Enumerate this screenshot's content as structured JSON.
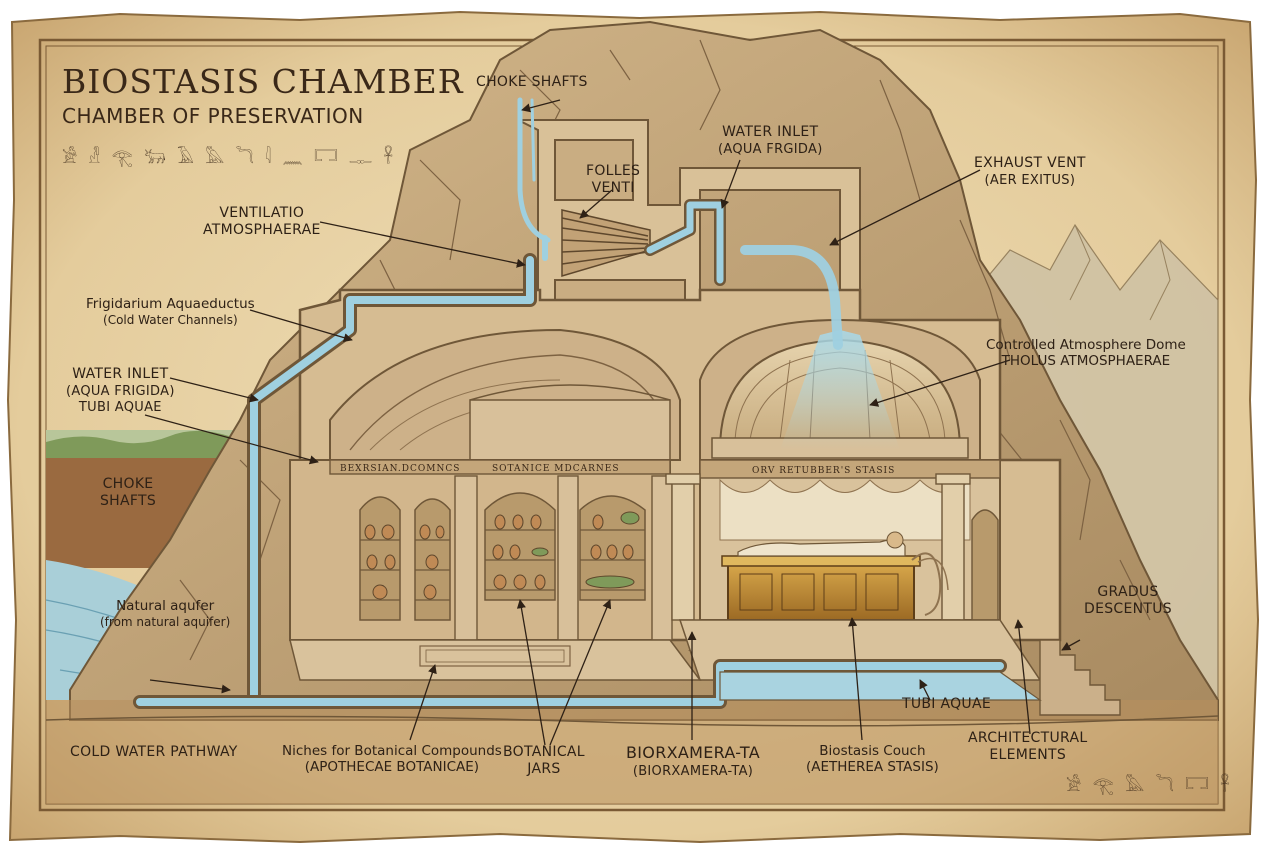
{
  "header": {
    "title": "BIOSTASIS CHAMBER",
    "subtitle": "CHAMBER OF PRESERVATION",
    "glyph_row": "𓀀 𓁐 𓂀 𓃒 𓄿 𓅓 𓆓 𓇋 𓈖 𓉐 𓊃 𓋹"
  },
  "labels": {
    "choke_shafts_top": "CHOKE SHAFTS",
    "folles_venti": [
      "FOLLES",
      "VENTI"
    ],
    "water_inlet_top": [
      "WATER INLET",
      "(AQUA FRGIDA)"
    ],
    "exhaust_vent": [
      "EXHAUST VENT",
      "(AER EXITUS)"
    ],
    "ventilatio": [
      "VENTILATIO",
      "ATMOSPHAERAE"
    ],
    "frigidarium": [
      "Frigidarium Aquaeductus",
      "(Cold Water Channels)"
    ],
    "water_inlet_left": [
      "WATER INLET",
      "(AQUA FRIGIDA)",
      "TUBI AQUAE"
    ],
    "choke_shafts_left": [
      "CHOKE",
      "SHAFTS"
    ],
    "natural_aquifer": [
      "Natural aqufer",
      "(from natural aquifer)"
    ],
    "controlled_dome": [
      "Controlled Atmosphere Dome",
      "THOLUS ATMOSPHAERAE"
    ],
    "gradus": [
      "GRADUS",
      "DESCENTUS"
    ],
    "tubi_aquae_right": "TUBI AQUAE",
    "cold_water_pathway": "COLD WATER PATHWAY",
    "niches": [
      "Niches for Botanical Compounds",
      "(APOTHECAE BOTANICAE)"
    ],
    "botanical_jars": [
      "BOTANICAL",
      "JARS"
    ],
    "biorxamera": [
      "BIORXAMERA-TA",
      "(BIORXAMERA-TA)"
    ],
    "biostasis_couch": [
      "Biostasis Couch",
      "(AETHEREA STASIS)"
    ],
    "architectural": [
      "ARCHITECTURAL",
      "ELEMENTS"
    ]
  },
  "inscriptions": {
    "left_frieze": "BEXRSIAN.DCOMNCS",
    "middle_frieze": "SOTANICE MDCARNES",
    "dome_frieze": "ORV RETUBBER'S STASIS",
    "glyph_corner": "𓀀 𓂀 𓅓 𓆓 𓉐 𓋹"
  },
  "colors": {
    "parchment": "#e8d3a6",
    "parchment_edge": "#b88f55",
    "rock": "#c9ab7f",
    "rock_dark": "#8f7350",
    "stone": "#dcc39a",
    "water": "#8fc4d6",
    "ink": "#2e2116",
    "sky": "#dfe3d6",
    "soil": "#8b5a34"
  }
}
